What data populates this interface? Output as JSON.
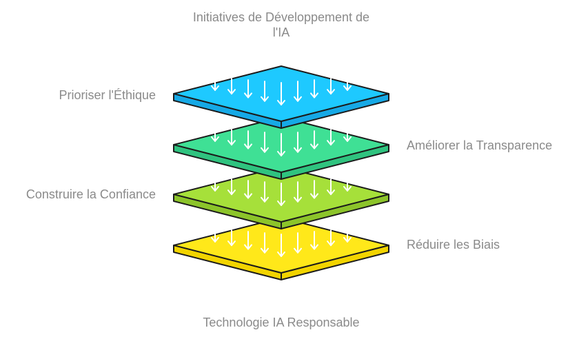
{
  "title_line1": "Initiatives de Développement de",
  "title_line2": "l'IA",
  "layers": [
    {
      "label": "Prioriser l'Éthique",
      "top_color": "#1ec9ff",
      "side_color": "#16a9e6"
    },
    {
      "label": "Améliorer la Transparence",
      "top_color": "#3fe095",
      "side_color": "#2fc37f"
    },
    {
      "label": "Construire la Confiance",
      "top_color": "#a6e03a",
      "side_color": "#8cc42a"
    },
    {
      "label": "Réduire les Biais",
      "top_color": "#ffe81a",
      "side_color": "#f2d400"
    }
  ],
  "footer": "Technologie IA Responsable",
  "stroke_color": "#1b1b1b",
  "text_color": "#8a8a8a"
}
